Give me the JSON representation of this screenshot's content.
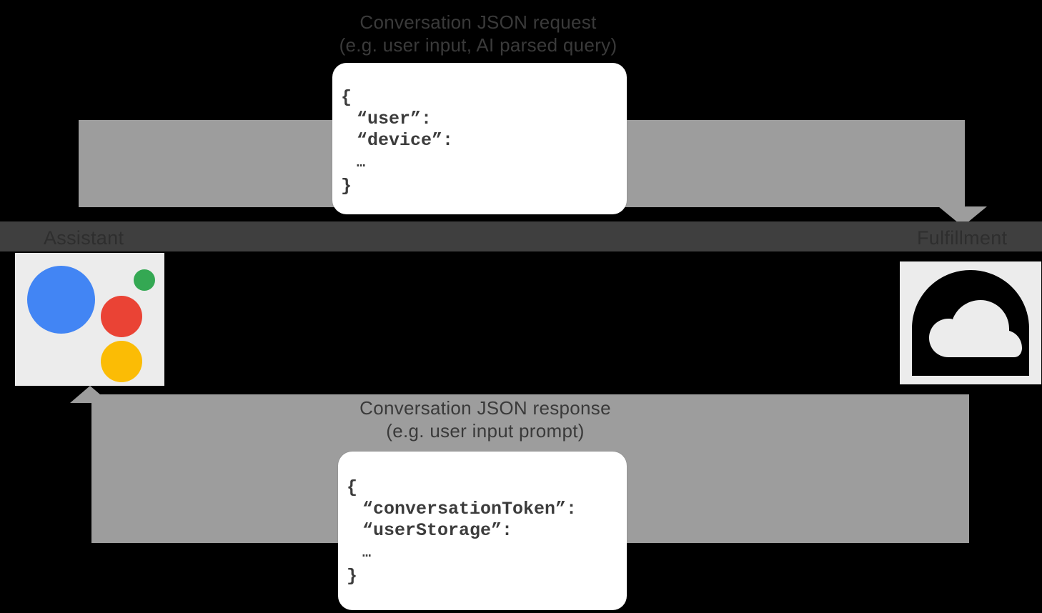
{
  "diagram": {
    "title": "Google Assistant conversation JSON flow",
    "background_color": "#000000",
    "arrow_color": "#9d9d9d",
    "strip_color": "#3f3f3f"
  },
  "top_flow": {
    "caption_line1": "Conversation JSON request",
    "caption_line2": "(e.g. user input, AI parsed query)",
    "json_card": {
      "open_brace": "{",
      "keys": [
        "“user”:",
        "“device”:"
      ],
      "ellipsis": "…",
      "close_brace": "}"
    }
  },
  "bottom_flow": {
    "caption_line1": "Conversation JSON response",
    "caption_line2": "(e.g. user input prompt)",
    "json_card": {
      "open_brace": "{",
      "keys": [
        "“conversationToken”:",
        "“userStorage”:"
      ],
      "ellipsis": "…",
      "close_brace": "}"
    }
  },
  "nodes": {
    "left": {
      "label": "Assistant",
      "icon": "google-assistant-icon",
      "tile_color": "#ececec",
      "dot_colors": {
        "blue": "#4285f4",
        "red": "#ea4335",
        "yellow": "#fbbc05",
        "green": "#34a853"
      }
    },
    "right": {
      "label": "Fulfillment",
      "icon": "cloud-icon",
      "tile_color": "#ececec",
      "icon_color": "#000000"
    }
  }
}
